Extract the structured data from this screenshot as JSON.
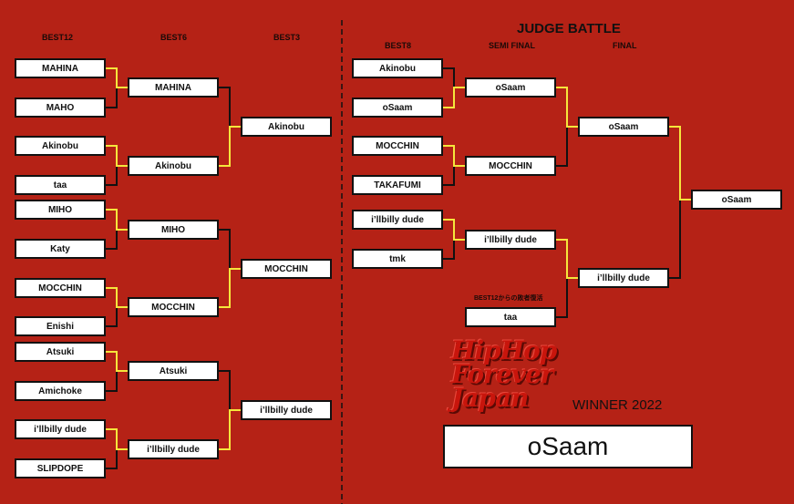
{
  "headers": {
    "best12": "BEST12",
    "best6": "BEST6",
    "best3": "BEST3",
    "judge_battle": "JUDGE BATTLE",
    "best8": "BEST8",
    "semi_final": "SEMI FINAL",
    "final": "FINAL",
    "revival_note": "BEST12からの敗者復活",
    "winner_label": "WINNER 2022"
  },
  "logo": {
    "line1": "HipHop",
    "line2": "Forever",
    "line3": "Japan"
  },
  "left_bracket": {
    "best12": [
      "MAHINA",
      "MAHO",
      "Akinobu",
      "taa",
      "MIHO",
      "Katy",
      "MOCCHIN",
      "Enishi",
      "Atsuki",
      "Amichoke",
      "i’llbilly dude",
      "SLIPDOPE"
    ],
    "best6": [
      "MAHINA",
      "Akinobu",
      "MIHO",
      "MOCCHIN",
      "Atsuki",
      "i’llbilly dude"
    ],
    "best3": [
      "Akinobu",
      "MOCCHIN",
      "i’llbilly dude"
    ]
  },
  "judge_bracket": {
    "best8": [
      "Akinobu",
      "oSaam",
      "MOCCHIN",
      "TAKAFUMI",
      "i’llbilly dude",
      "tmk"
    ],
    "semi_final": [
      "oSaam",
      "MOCCHIN",
      "i’llbilly dude"
    ],
    "revival": "taa",
    "final": [
      "oSaam",
      "i’llbilly dude"
    ],
    "champion": "oSaam"
  },
  "winner": "oSaam",
  "colors": {
    "background": "#b52216",
    "win_line": "#f5e63c",
    "line": "#111111",
    "box": "#ffffff"
  }
}
